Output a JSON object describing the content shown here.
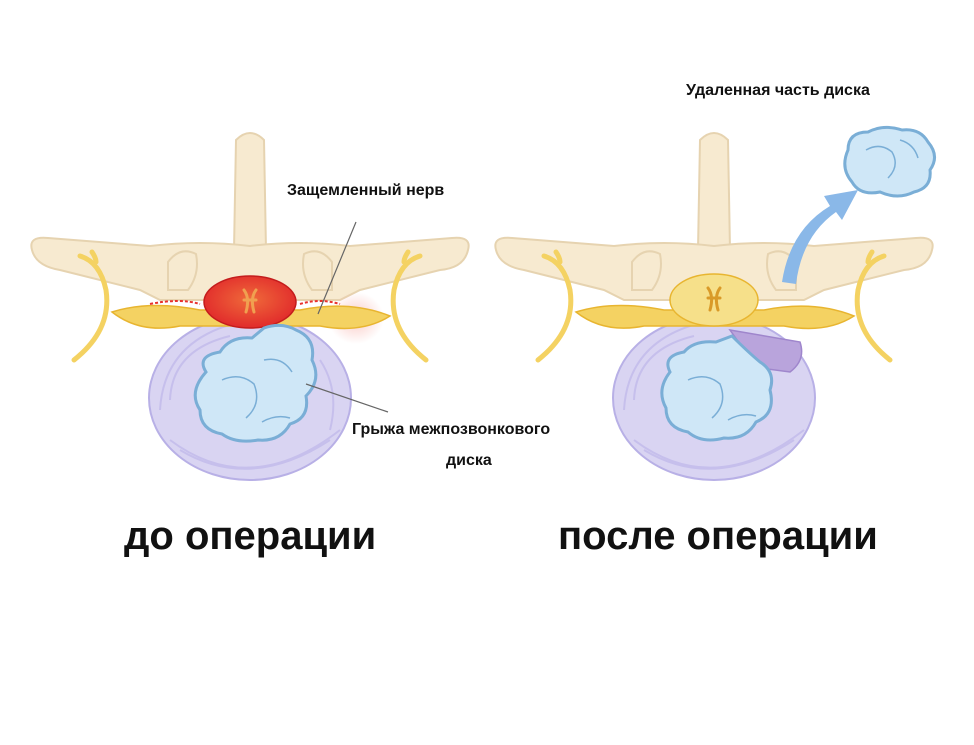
{
  "labels": {
    "pinched_nerve": "Защемленный нерв",
    "herniation_line1": "Грыжа межпозвонкового",
    "herniation_line2": "диска",
    "removed_part": "Удаленная часть диска"
  },
  "captions": {
    "before": "до операции",
    "after": "после операции"
  },
  "colors": {
    "bone": "#f7ead0",
    "bone_stroke": "#e6d3b0",
    "nerve": "#f4d262",
    "nerve_stroke": "#e8b530",
    "disc_annulus": "#d9d4f2",
    "disc_stroke": "#b8b0e6",
    "nucleus": "#cfe7f7",
    "nucleus_stroke": "#7aaed6",
    "inflamed_cord": "#e8322d",
    "arrow": "#8ab8e8",
    "removed_gap": "#b9a4dc"
  }
}
